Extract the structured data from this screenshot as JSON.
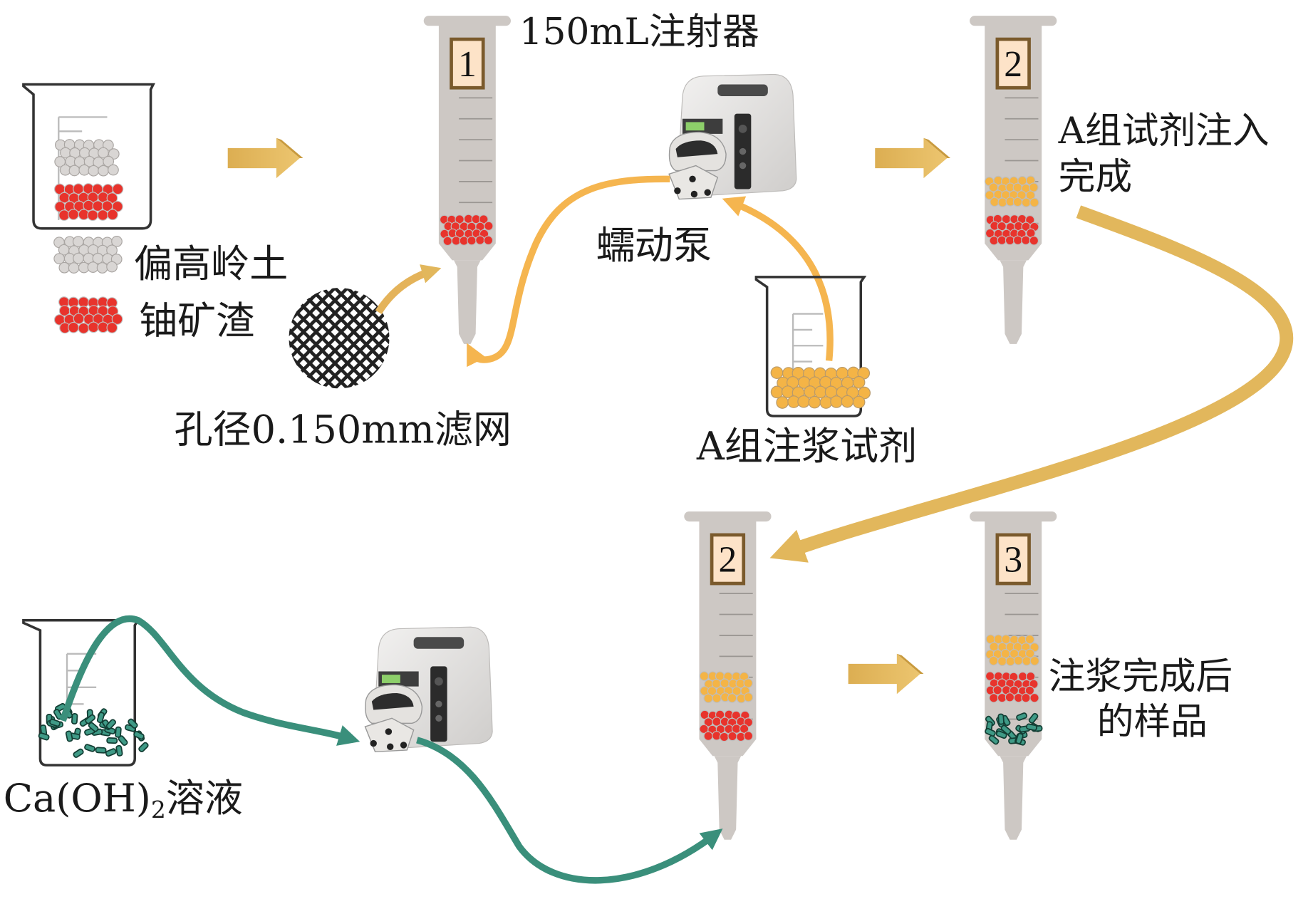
{
  "figure": {
    "type": "grouting experiment process diagram",
    "colors": {
      "kaolin": "#d9d6d4",
      "slag": "#e8332c",
      "reagent_a": "#f4b446",
      "caoh2": "#3f9a86",
      "arrow_gold": "#e2b75c",
      "tube_orange": "#f5b54f",
      "tube_green": "#3a8f7b",
      "syringe_body": "#cdc8c4",
      "label_box_fill": "#fde3c8",
      "label_box_border": "#7a5a2c"
    }
  },
  "labels": {
    "syringe_150ml": "150mL注射器",
    "metakaolin": "偏高岭土",
    "uranium_slag": "铀矿渣",
    "filter_mesh": "孔径0.150mm滤网",
    "peristaltic_pump": "蠕动泵",
    "reagent_a_grout": "A组注浆试剂",
    "reagent_a_done_line1": "A组试剂注入",
    "reagent_a_done_line2": "完成",
    "caoh2_name": "Ca(OH)",
    "caoh2_sub": "2",
    "caoh2_suffix": "溶液",
    "final_sample_line1": "注浆完成后",
    "final_sample_line2": "的样品"
  },
  "syringes": [
    {
      "id": "syringe-1-top",
      "number": "1",
      "layers": [
        "slag"
      ]
    },
    {
      "id": "syringe-2-top",
      "number": "2",
      "layers": [
        "reagent_a",
        "slag"
      ]
    },
    {
      "id": "syringe-2-bottom",
      "number": "2",
      "layers": [
        "reagent_a",
        "slag"
      ]
    },
    {
      "id": "syringe-3-bottom",
      "number": "3",
      "layers": [
        "reagent_a",
        "slag",
        "caoh2"
      ]
    }
  ]
}
